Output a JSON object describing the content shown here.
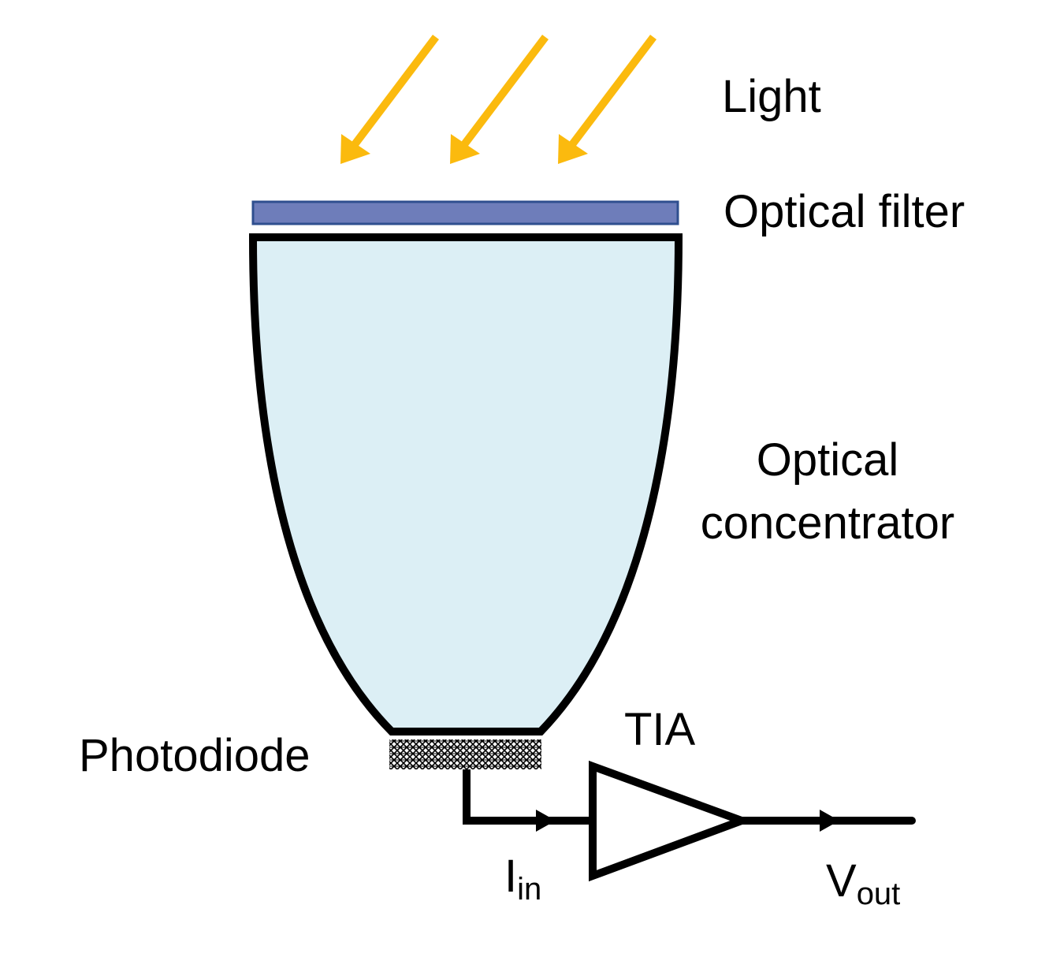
{
  "labels": {
    "light": "Light",
    "optical_filter": "Optical filter",
    "concentrator_line1": "Optical",
    "concentrator_line2": "concentrator",
    "photodiode": "Photodiode",
    "tia": "TIA",
    "current_main": "I",
    "current_sub": "in",
    "voltage_main": "V",
    "voltage_sub": "out"
  },
  "colors": {
    "light_arrow": "#FBBA0E",
    "filter_fill": "#6E7DBA",
    "filter_border": "#2F4F8F",
    "concentrator_fill": "#DCEFF5",
    "stroke": "#000000",
    "background": "#FFFFFF"
  }
}
